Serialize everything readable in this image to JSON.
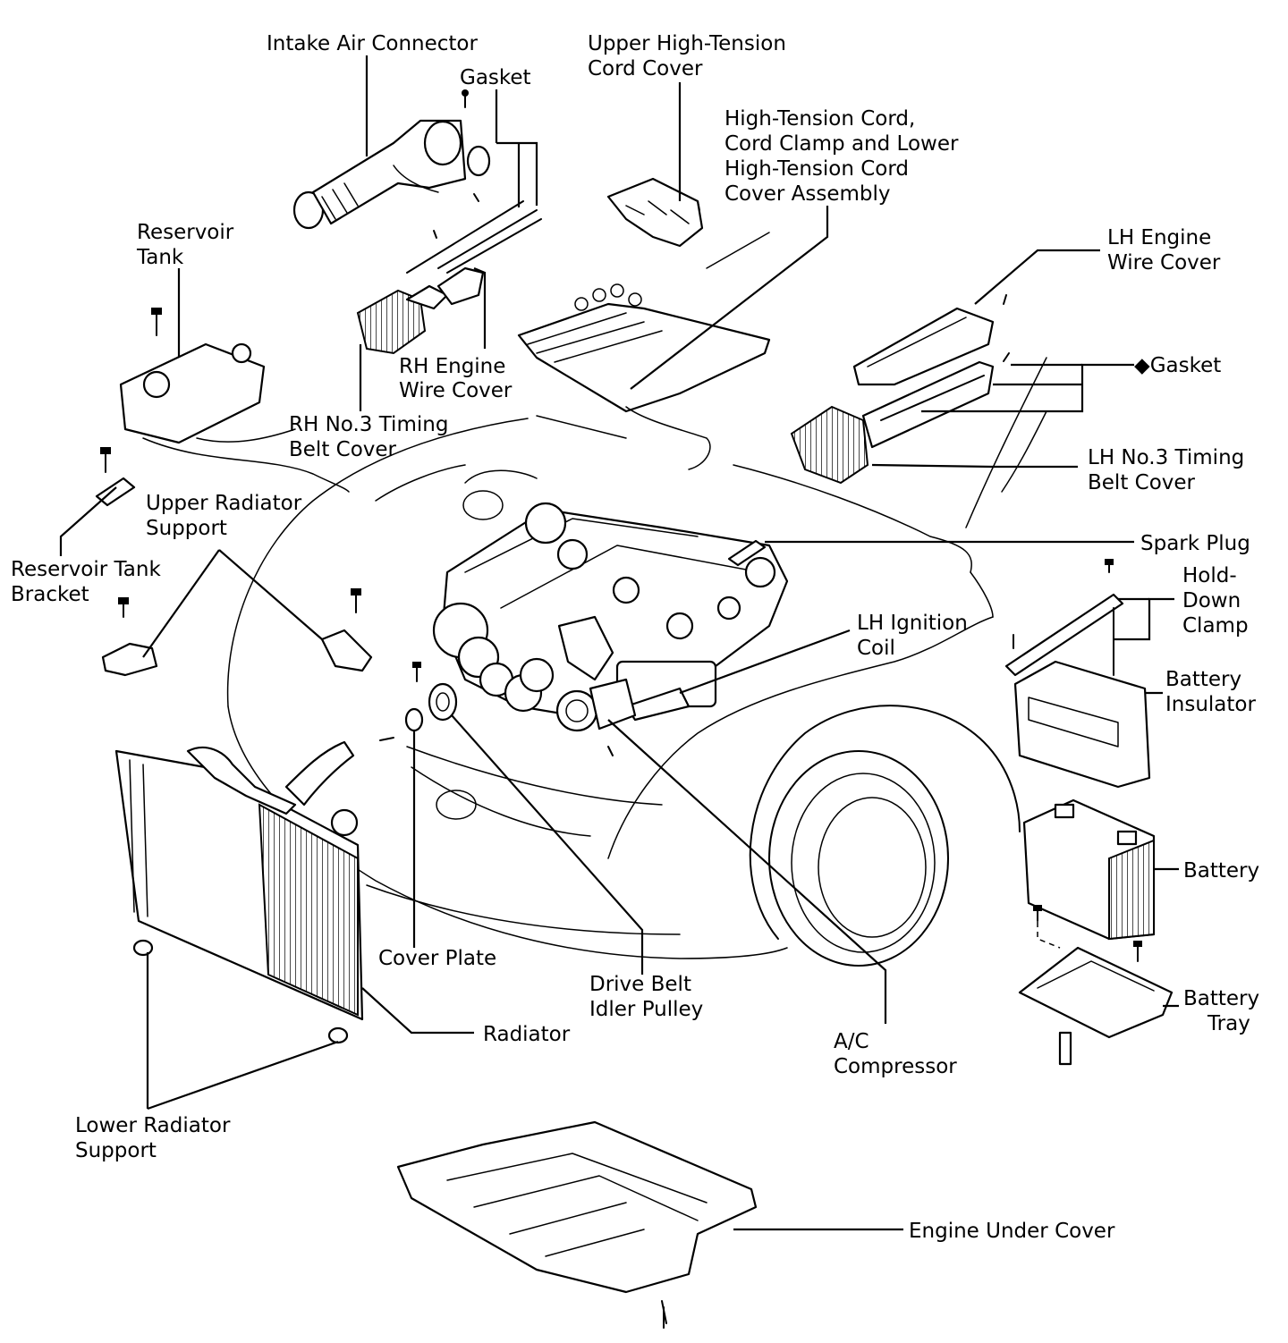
{
  "labels": {
    "intake_air_connector": "Intake Air Connector",
    "gasket_rh": "Gasket",
    "upper_ht_cord_cover": [
      "Upper High-Tension",
      "Cord Cover"
    ],
    "ht_cord_assembly": [
      "High-Tension Cord,",
      "Cord Clamp and Lower",
      "High-Tension Cord",
      "Cover Assembly"
    ],
    "reservoir_tank": [
      "Reservoir",
      "Tank"
    ],
    "lh_engine_wire_cover": [
      "LH Engine",
      "Wire Cover"
    ],
    "gasket_lh": "◆Gasket",
    "rh_engine_wire_cover": [
      "RH Engine",
      "Wire Cover"
    ],
    "rh_no3_timing_belt_cover": [
      "RH No.3 Timing",
      "Belt Cover"
    ],
    "lh_no3_timing_belt_cover": [
      "LH No.3 Timing",
      "Belt Cover"
    ],
    "upper_radiator_support": [
      "Upper Radiator",
      "Support"
    ],
    "reservoir_tank_bracket": [
      "Reservoir Tank",
      "Bracket"
    ],
    "spark_plug": "Spark Plug",
    "hold_down_clamp": [
      "Hold-",
      "Down",
      "Clamp"
    ],
    "lh_ignition_coil": [
      "LH Ignition",
      "Coil"
    ],
    "battery_insulator": [
      "Battery",
      "Insulator"
    ],
    "battery": "Battery",
    "cover_plate": "Cover Plate",
    "drive_belt_idler_pulley": [
      "Drive Belt",
      "Idler Pulley"
    ],
    "battery_tray": [
      "Battery",
      "Tray"
    ],
    "radiator": "Radiator",
    "ac_compressor": [
      "A/C",
      "Compressor"
    ],
    "lower_radiator_support": [
      "Lower Radiator",
      "Support"
    ],
    "engine_under_cover": "Engine Under Cover"
  }
}
